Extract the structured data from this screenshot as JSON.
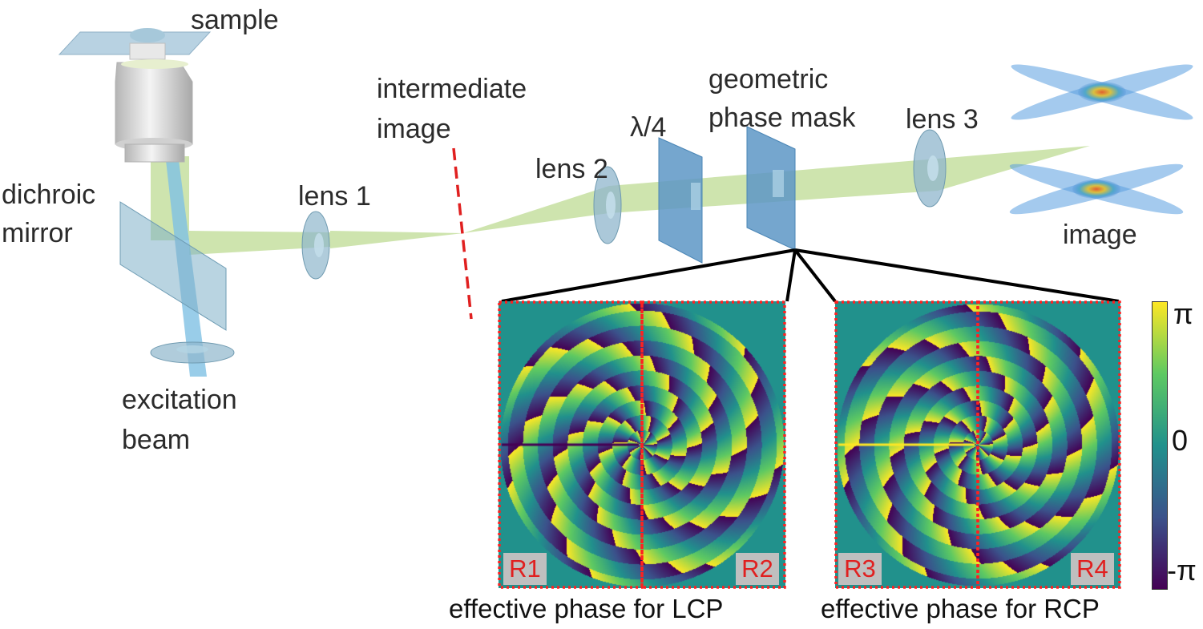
{
  "labels": {
    "sample": "sample",
    "intermediate_line1": "intermediate",
    "intermediate_line2": "image",
    "geometric_line1": "geometric",
    "geometric_line2": "phase mask",
    "lens3": "lens 3",
    "lens2": "lens 2",
    "qwp": "λ/4",
    "dichroic_line1": "dichroic",
    "dichroic_line2": "mirror",
    "lens1": "lens 1",
    "image": "image",
    "excitation_line1": "excitation",
    "excitation_line2": "beam"
  },
  "panels": [
    {
      "caption": "effective phase for LCP",
      "left_tag": "R1",
      "right_tag": "R2",
      "handedness": 1
    },
    {
      "caption": "effective phase for RCP",
      "left_tag": "R3",
      "right_tag": "R4",
      "handedness": -1
    }
  ],
  "colorbar": {
    "max_label": "π",
    "mid_label": "0",
    "min_label": "-π",
    "colors": [
      "#440154",
      "#3b528b",
      "#21918c",
      "#5ec962",
      "#fde725"
    ]
  },
  "colors": {
    "beam_green": "#c6dfa0",
    "beam_blue": "#7fc0e4",
    "optic_blue": "#8fb6cc",
    "mask_blue": "#6fa5cf",
    "dash_red": "#e02020",
    "panel_bg": "#21918c"
  }
}
